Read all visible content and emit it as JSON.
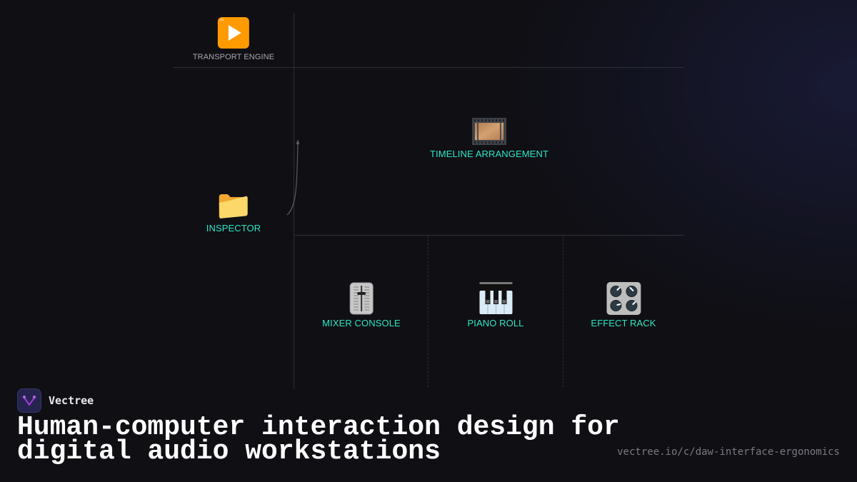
{
  "diagram": {
    "nodes": {
      "transport": {
        "label": "TRANSPORT ENGINE",
        "icon": "play-button-icon"
      },
      "timeline": {
        "label": "TIMELINE ARRANGEMENT",
        "icon": "film-frames-icon"
      },
      "inspector": {
        "label": "INSPECTOR",
        "icon": "folder-icon"
      },
      "mixer": {
        "label": "MIXER CONSOLE",
        "icon": "level-slider-icon"
      },
      "piano": {
        "label": "PIANO ROLL",
        "icon": "piano-keys-icon"
      },
      "effects": {
        "label": "EFFECT RACK",
        "icon": "control-knobs-icon"
      }
    },
    "edges": [
      {
        "from": "inspector",
        "to": "timeline",
        "style": "curved-arrow"
      }
    ],
    "colors": {
      "background": "#0f0f14",
      "label_accent": "#2ee6c4",
      "label_muted": "#a8a8b0",
      "divider": "#2e2e36"
    }
  },
  "footer": {
    "brand": "Vectree",
    "title_line1": "Human-computer interaction design for",
    "title_line2": "digital audio workstations",
    "url": "vectree.io/c/daw-interface-ergonomics"
  }
}
